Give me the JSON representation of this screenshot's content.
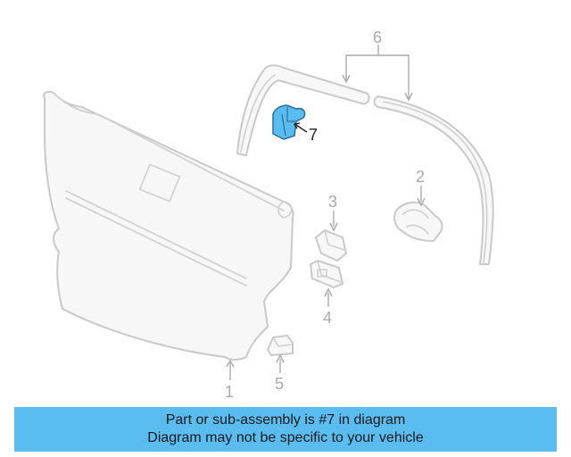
{
  "diagram": {
    "callouts": [
      {
        "id": "1",
        "label": "1"
      },
      {
        "id": "2",
        "label": "2"
      },
      {
        "id": "3",
        "label": "3"
      },
      {
        "id": "4",
        "label": "4"
      },
      {
        "id": "5",
        "label": "5"
      },
      {
        "id": "6",
        "label": "6"
      },
      {
        "id": "7",
        "label": "7"
      }
    ],
    "highlight_part": "7",
    "highlight_color": "#5bbcf0",
    "line_color": "#c9c9c9"
  },
  "banner": {
    "line1": "Part or sub-assembly is #7 in diagram",
    "line2": "Diagram may not be specific to your vehicle",
    "color": "#5bbcf0"
  }
}
